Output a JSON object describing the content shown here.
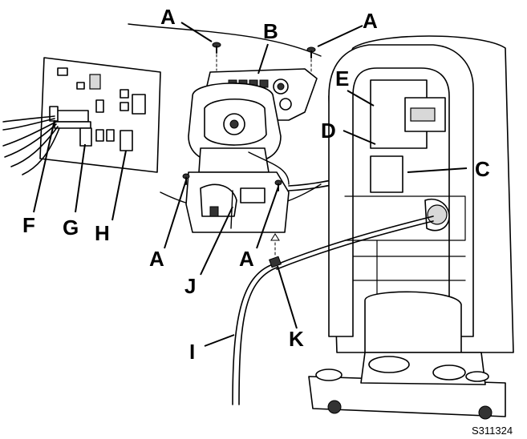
{
  "callouts": {
    "a_top_left": "A",
    "a_top_right": "A",
    "b": "B",
    "c": "C",
    "d": "D",
    "e": "E",
    "f": "F",
    "g": "G",
    "h": "H",
    "a_left": "A",
    "a_mid": "A",
    "j": "J",
    "k": "K",
    "i": "I"
  },
  "figure_code": "S311324"
}
